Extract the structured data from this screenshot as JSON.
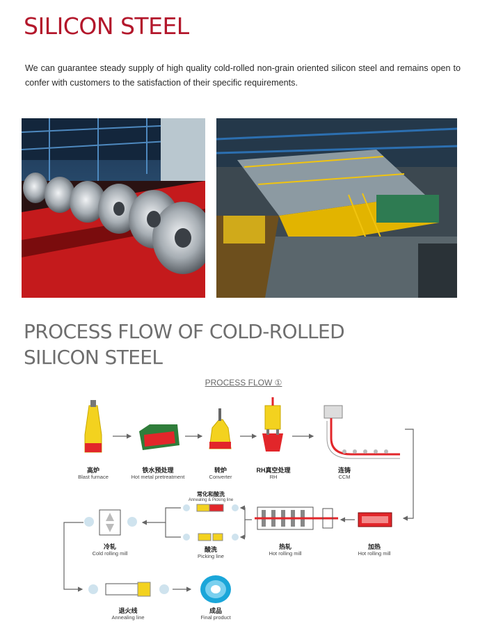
{
  "header": {
    "title": "SILICON STEEL",
    "intro": "We can guarantee steady supply of high quality cold-rolled non-grain oriented silicon steel and remains open to confer with customers to the satisfaction of their specific requirements."
  },
  "section": {
    "heading_line1": "PROCESS FLOW OF COLD-ROLLED",
    "heading_line2": "SILICON STEEL",
    "flow_label": "PROCESS FLOW ①"
  },
  "steps": [
    {
      "zh": "高炉",
      "en": "Blast furnace"
    },
    {
      "zh": "铁水预处理",
      "en": "Hot metal pretreatment"
    },
    {
      "zh": "转炉",
      "en": "Converter"
    },
    {
      "zh": "RH真空处理",
      "en": "RH"
    },
    {
      "zh": "连铸",
      "en": "CCM"
    },
    {
      "zh": "加热",
      "en": "Hot rolling mill"
    },
    {
      "zh": "热轧",
      "en": "Hot rolling mill"
    },
    {
      "zh": "常化和酸洗",
      "en": "Annealing & Picking line"
    },
    {
      "zh": "酸洗",
      "en": "Picking line"
    },
    {
      "zh": "冷轧",
      "en": "Cold rolling mill"
    },
    {
      "zh": "退火线",
      "en": "Annealing line"
    },
    {
      "zh": "成品",
      "en": "Final product"
    }
  ],
  "colors": {
    "brand_red": "#b3172b",
    "heading_gray": "#6e6e6e",
    "diagram_yellow": "#f3d21f",
    "diagram_red": "#e2262a",
    "diagram_green": "#2f7d3a",
    "diagram_cyan": "#1aa6d9"
  },
  "icons": [
    "blast-furnace-icon",
    "pretreatment-icon",
    "converter-icon",
    "rh-icon",
    "ccm-icon",
    "heating-furnace-icon",
    "hot-rolling-icon",
    "annealing-pickling-icon",
    "pickling-icon",
    "cold-rolling-icon",
    "annealing-line-icon",
    "final-product-icon"
  ]
}
